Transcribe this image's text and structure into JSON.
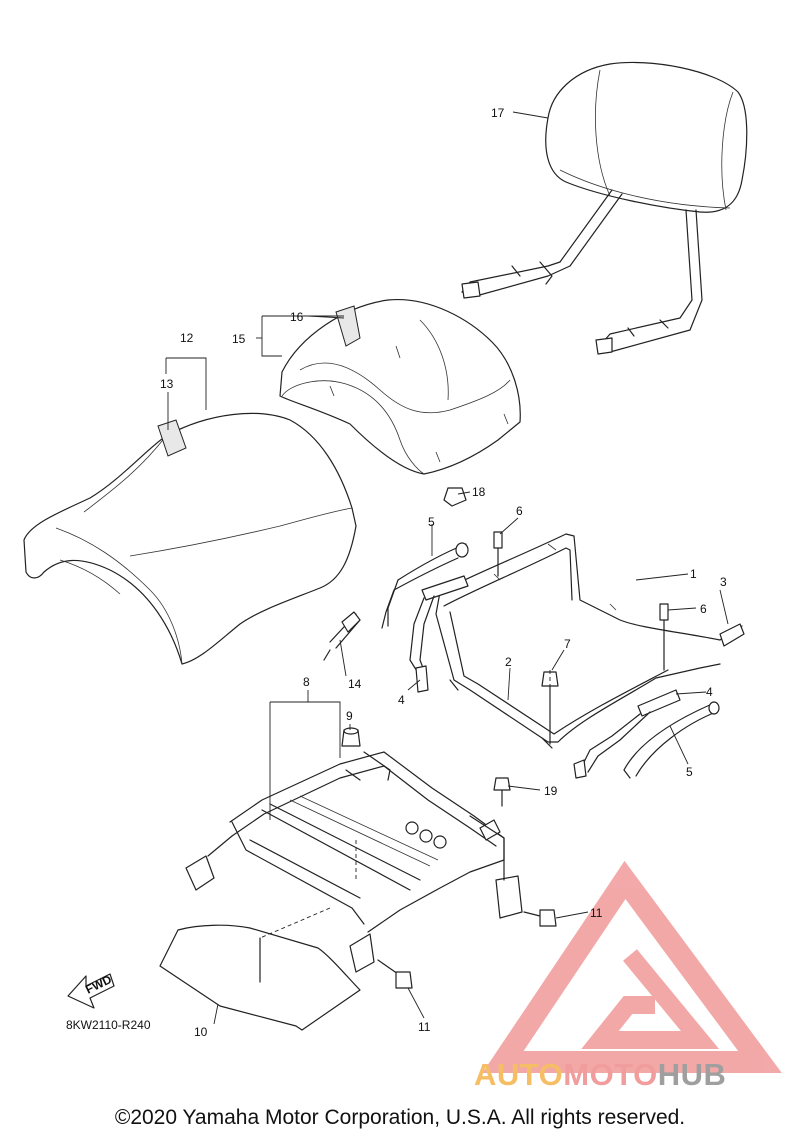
{
  "diagram": {
    "drawing_code": "8KW2110-R240",
    "fwd_label": "FWD",
    "copyright": "©2020 Yamaha Motor Corporation, U.S.A. All rights reserved."
  },
  "callouts": {
    "c1": "1",
    "c2": "2",
    "c3": "3",
    "c4a": "4",
    "c4b": "4",
    "c5a": "5",
    "c5b": "5",
    "c6a": "6",
    "c6b": "6",
    "c7": "7",
    "c8": "8",
    "c9": "9",
    "c10": "10",
    "c11a": "11",
    "c11b": "11",
    "c12": "12",
    "c13": "13",
    "c14": "14",
    "c15": "15",
    "c16": "16",
    "c17": "17",
    "c18": "18",
    "c19": "19"
  },
  "watermark": {
    "part1": "AUTO",
    "part2": "MOTO",
    "part3": "HUB",
    "colors": {
      "orange": "#f5a623",
      "red": "#ee6a6a",
      "gray": "#8a8a8a"
    }
  }
}
